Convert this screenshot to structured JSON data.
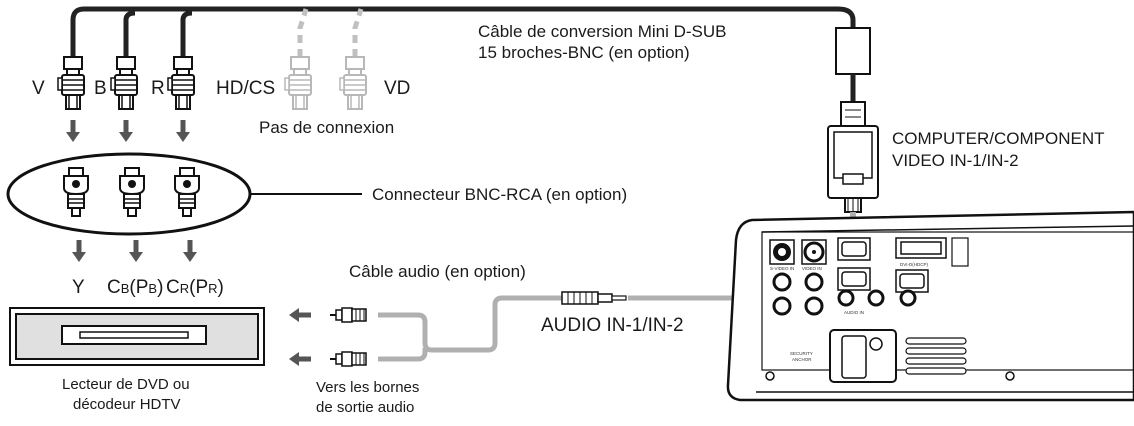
{
  "labels": {
    "cable_conversion_line1": "Câble de conversion Mini D-SUB",
    "cable_conversion_line2": "15 broches-BNC (en option)",
    "bnc_v": "V",
    "bnc_b": "B",
    "bnc_r": "R",
    "bnc_hdcs": "HD/CS",
    "bnc_vd": "VD",
    "no_connection": "Pas de connexion",
    "computer_component_line1": "COMPUTER/COMPONENT",
    "computer_component_line2": "VIDEO IN-1/IN-2",
    "bnc_rca_connector": "Connecteur BNC-RCA (en option)",
    "out_y": "Y",
    "out_cb_main": "C",
    "out_cb_sub": "B",
    "out_cb_paren_open": "(P",
    "out_cb_paren_sub": "B",
    "out_paren_close": ")",
    "out_cr_main": "C",
    "out_cr_sub": "R",
    "out_cr_paren_open": "(P",
    "out_cr_paren_sub": "R",
    "audio_cable": "Câble audio (en option)",
    "audio_in": "AUDIO IN-1/IN-2",
    "dvd_line1": "Lecteur de DVD ou",
    "dvd_line2": "décodeur HDTV",
    "audio_out_line1": "Vers les bornes",
    "audio_out_line2": "de sortie audio"
  },
  "projector_panel_text": {
    "svideo_in": "S-VIDEO IN",
    "video_in": "VIDEO IN",
    "dvi_d": "DVI-D(HDCP)",
    "audio_in": "AUDIO IN",
    "security_anchor_line1": "SECURITY",
    "security_anchor_line2": "ANCHOR"
  },
  "colors": {
    "cable_dark": "#222222",
    "cable_gray": "#b0b0b0",
    "cable_dashed": "#c0c0c0",
    "arrow": "#555555",
    "device_fill": "#e0e0e0",
    "outline": "#111111"
  }
}
